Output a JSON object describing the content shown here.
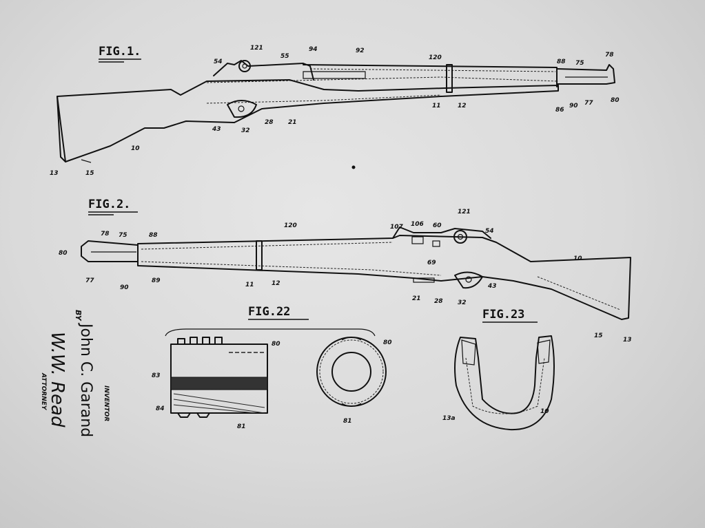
{
  "figures": {
    "fig1": {
      "title": "FIG.1.",
      "labels": [
        "54",
        "121",
        "55",
        "94",
        "92",
        "120",
        "88",
        "75",
        "78",
        "11",
        "12",
        "86",
        "90",
        "77",
        "80",
        "43",
        "32",
        "28",
        "21",
        "10",
        "13",
        "15"
      ]
    },
    "fig2": {
      "title": "FIG.2.",
      "labels": [
        "80",
        "78",
        "75",
        "88",
        "120",
        "107",
        "106",
        "60",
        "121",
        "54",
        "69",
        "10",
        "77",
        "90",
        "89",
        "11",
        "12",
        "21",
        "28",
        "32",
        "43",
        "15",
        "13"
      ]
    },
    "fig22": {
      "title": "FIG.22",
      "labels": [
        "83",
        "84",
        "80",
        "81",
        "80",
        "81"
      ]
    },
    "fig23": {
      "title": "FIG.23",
      "labels": [
        "13a",
        "10"
      ]
    }
  },
  "inventor": {
    "by_label": "BY",
    "name": "John C. Garand",
    "inventor_label": "INVENTOR",
    "attorney_signature": "W.W. Read",
    "attorney_label": "ATTORNEY"
  }
}
